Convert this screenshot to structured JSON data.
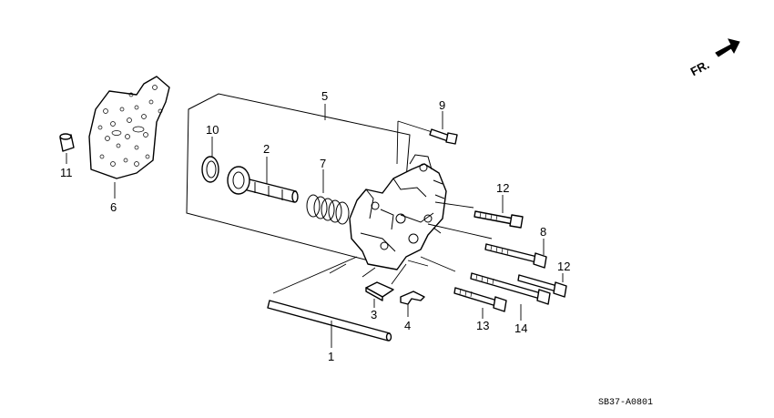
{
  "diagram": {
    "orientation_label": "FR.",
    "drawing_code": "SB37-A0801",
    "callouts": {
      "p1": "1",
      "p2": "2",
      "p3": "3",
      "p4": "4",
      "p5": "5",
      "p6": "6",
      "p7": "7",
      "p8": "8",
      "p9": "9",
      "p10": "10",
      "p11": "11",
      "p12a": "12",
      "p12b": "12",
      "p13": "13",
      "p14": "14"
    }
  }
}
